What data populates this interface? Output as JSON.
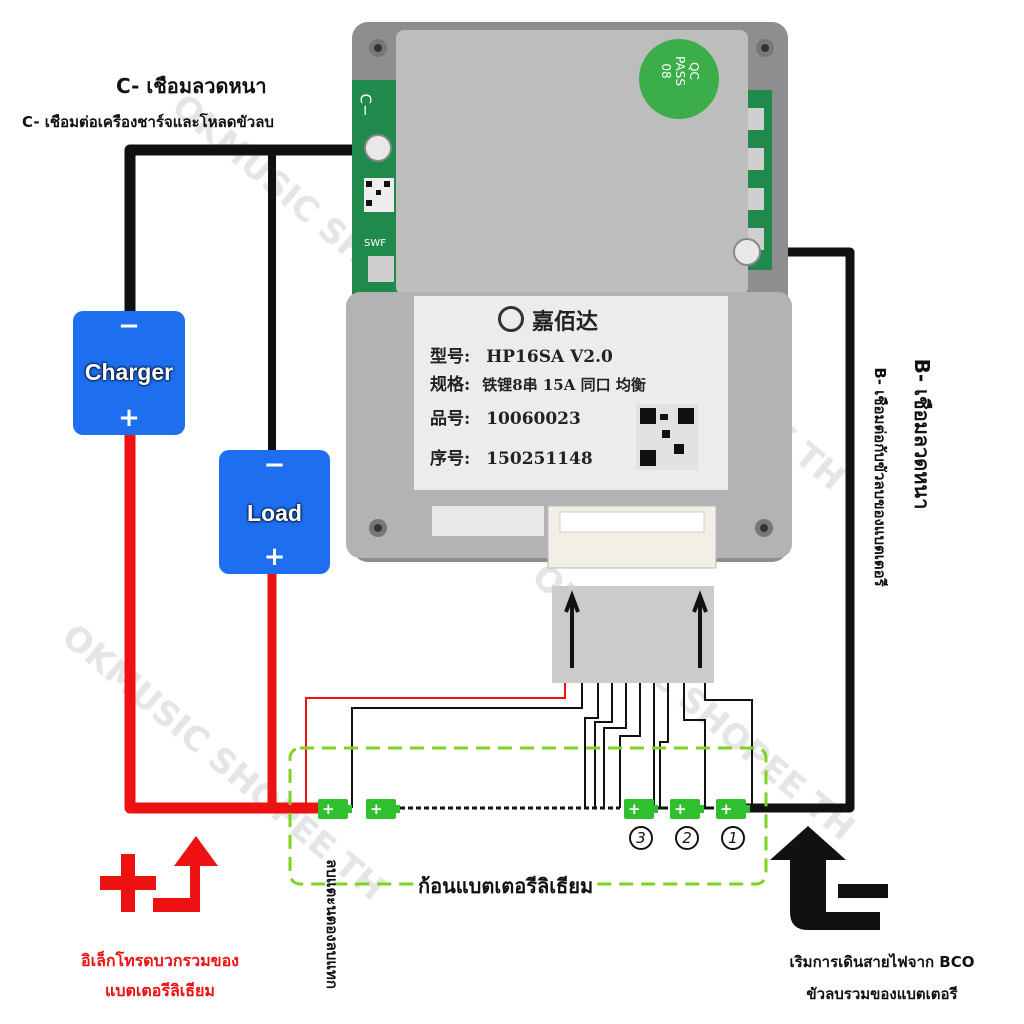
{
  "labels": {
    "c_minus_title": "C- เชือมลวดหนา",
    "c_minus_sub": "C- เชือมต่อเครืองชาร์จและโหลดขัวลบ",
    "b_minus_title": "B- เชือมลวดหนา",
    "b_minus_sub": "B- เชือมต่อกับขัวลบของแบตเตอรี",
    "pack_label": "ก้อนแบตเตอรีลิเธียม",
    "first_cell_vertical": "ลบแตะนตองลบแทก",
    "positive_caption_line1": "อิเล็กโทรดบวกรวมของ",
    "positive_caption_line2": "แบตเตอรีลิเธียม",
    "negative_caption_line1": "เริมการเดินสายไฟจาก BCO",
    "negative_caption_line2": "ขัวลบรวมของแบตเตอรี"
  },
  "boxes": {
    "charger": {
      "name": "Charger",
      "minus": "−",
      "plus": "+"
    },
    "load": {
      "name": "Load",
      "minus": "−",
      "plus": "+"
    }
  },
  "board": {
    "pad_c_minus": "C−",
    "swf": "SWF",
    "qc_stamp": {
      "line1": "QC",
      "line2": "PASS",
      "line3": "08"
    },
    "brand": "嘉佰达",
    "rows": [
      {
        "key": "型号:",
        "value": "HP16SA V2.0"
      },
      {
        "key": "规格:",
        "value": "铁锂8串 15A 同口 均衡"
      },
      {
        "key": "品号:",
        "value": "10060023"
      },
      {
        "key": "序号:",
        "value": "150251148"
      }
    ]
  },
  "cells": {
    "plus_sign": "+",
    "numbers": [
      "3",
      "2",
      "1"
    ]
  },
  "big_signs": {
    "plus": "+",
    "minus": "−"
  },
  "watermark": "OKMUSIC SHOPEE TH",
  "colors": {
    "wire_red": "#ee1111",
    "wire_black": "#111111",
    "box_blue": "#1e6ff0",
    "cell_green": "#2fbf2f",
    "pack_dash": "#7ed321",
    "board_green": "#1f8a4c",
    "plate_silver": "#b8b8b8"
  }
}
